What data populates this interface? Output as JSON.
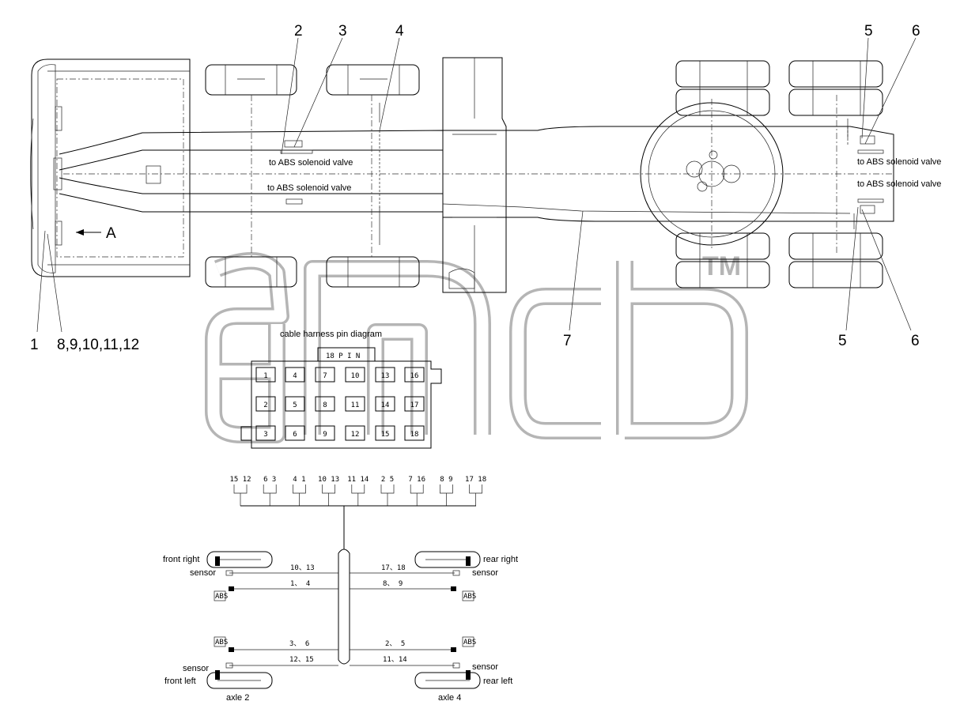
{
  "callouts": {
    "n1": "1",
    "n8_12": "8,9,10,11,12",
    "n2": "2",
    "n3": "3",
    "n4": "4",
    "n5_top": "5",
    "n6_top": "6",
    "n5_bottom": "5",
    "n6_bottom": "6",
    "n7": "7",
    "arrow_a": "A"
  },
  "chassis_labels": {
    "abs_left_top": "to ABS solenoid valve",
    "abs_left_bottom": "to ABS solenoid valve",
    "abs_right_top": "to ABS solenoid valve",
    "abs_right_bottom": "to ABS solenoid valve"
  },
  "pin_diagram": {
    "title": "cable harness pin diagram",
    "connector": "18 P I N",
    "rows": [
      [
        "1",
        "4",
        "7",
        "10",
        "13",
        "16"
      ],
      [
        "2",
        "5",
        "8",
        "11",
        "14",
        "17"
      ],
      [
        "3",
        "6",
        "9",
        "12",
        "15",
        "18"
      ]
    ]
  },
  "harness": {
    "pin_pairs": [
      [
        "15",
        "12"
      ],
      [
        "6",
        "3"
      ],
      [
        "4",
        "1"
      ],
      [
        "10",
        "13"
      ],
      [
        "11",
        "14"
      ],
      [
        "2",
        "5"
      ],
      [
        "7",
        "16"
      ],
      [
        "8",
        "9"
      ],
      [
        "17",
        "18"
      ]
    ],
    "front_right": "front right",
    "rear_right": "rear right",
    "front_left": "front left",
    "rear_left": "rear left",
    "sensor": "sensor",
    "abs": "ABS",
    "axle2": "axle 2",
    "axle4": "axle 4",
    "wire_fr_sensor": "10、13",
    "wire_fr_valve": "1、 4",
    "wire_rr_sensor": "17、18",
    "wire_rr_valve": "8、 9",
    "wire_fl_valve": "3、 6",
    "wire_fl_sensor": "12、15",
    "wire_rl_valve": "2、 5",
    "wire_rl_sensor": "11、14"
  },
  "watermark": {
    "tm": "TM"
  }
}
